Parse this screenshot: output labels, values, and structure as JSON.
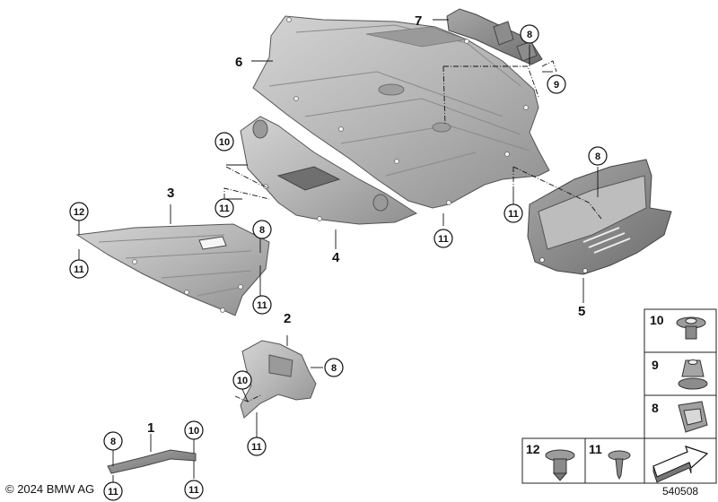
{
  "parts": {
    "p1": "1",
    "p2": "2",
    "p3": "3",
    "p4": "4",
    "p5": "5",
    "p6": "6",
    "p7": "7"
  },
  "callouts": {
    "c8": "8",
    "c9": "9",
    "c10": "10",
    "c11": "11",
    "c12": "12"
  },
  "legend": {
    "k10": "10",
    "k9": "9",
    "k8": "8",
    "k12": "12",
    "k11": "11"
  },
  "footer": {
    "copyright": "© 2024 BMW AG",
    "diagram_id": "540508"
  }
}
